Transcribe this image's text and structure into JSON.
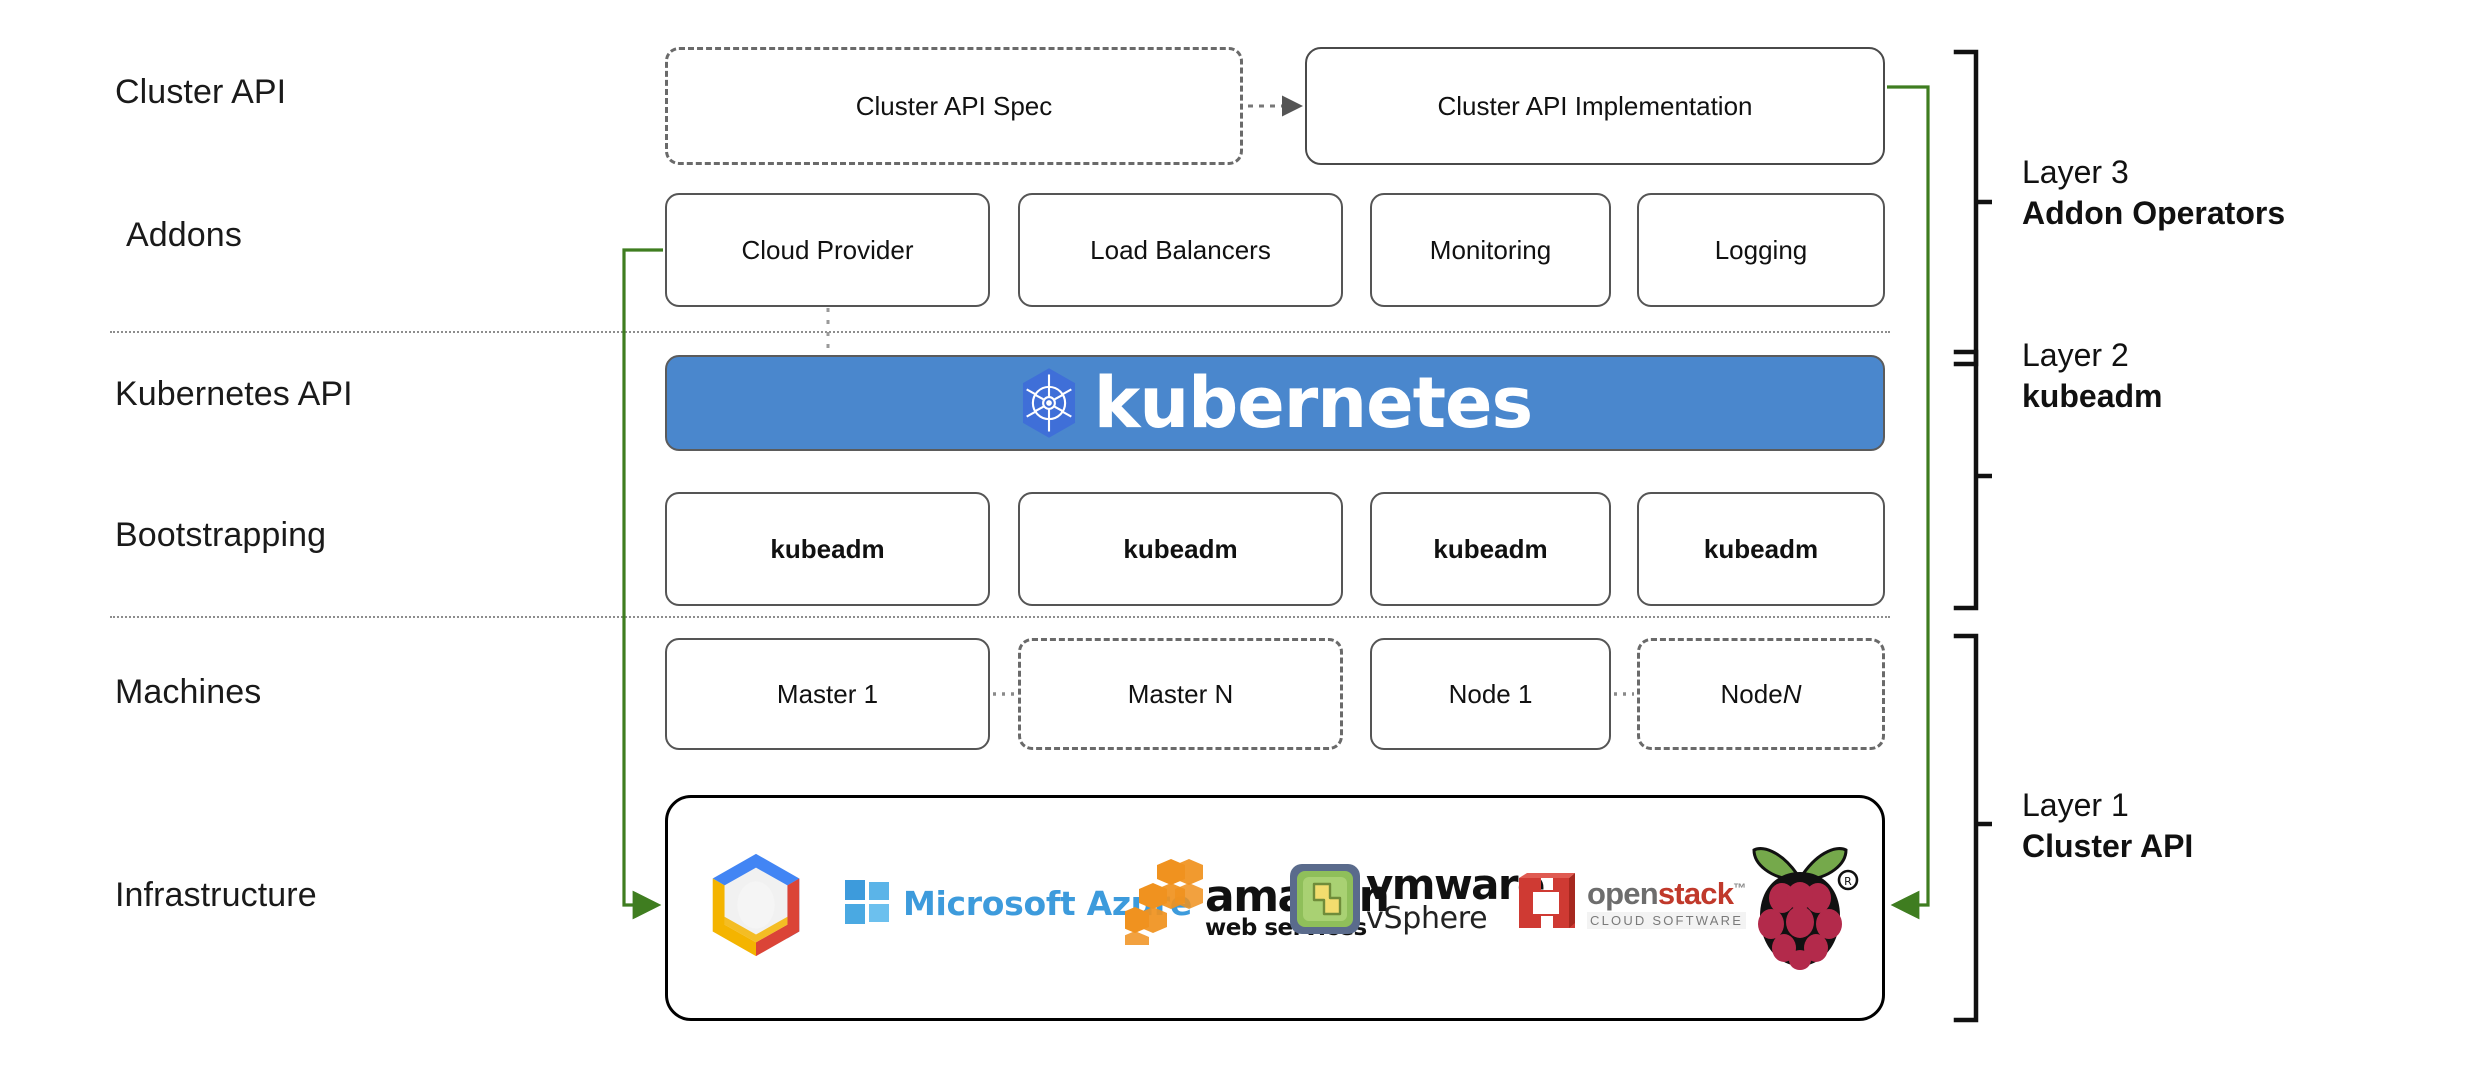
{
  "diagram": {
    "title": "Kubernetes Cluster API layered architecture",
    "accent_green": "#3f7d20",
    "k8s_blue": "#4a87cd",
    "k8s_logo_blue": "#3f6fd8",
    "border_grey": "#555555"
  },
  "row_labels": [
    {
      "id": "cluster-api",
      "text": "Cluster API"
    },
    {
      "id": "addons",
      "text": "Addons"
    },
    {
      "id": "kubernetes-api",
      "text": "Kubernetes API"
    },
    {
      "id": "bootstrapping",
      "text": "Bootstrapping"
    },
    {
      "id": "machines",
      "text": "Machines"
    },
    {
      "id": "infrastructure",
      "text": "Infrastructure"
    }
  ],
  "cluster_api_row": {
    "spec": "Cluster API Spec",
    "implementation": "Cluster API Implementation"
  },
  "addons_row": [
    {
      "label": "Cloud Provider"
    },
    {
      "label": "Load Balancers"
    },
    {
      "label": "Monitoring"
    },
    {
      "label": "Logging"
    }
  ],
  "kubernetes_banner": {
    "wordmark": "kubernetes",
    "logo_name": "kubernetes-helm-wheel-logo"
  },
  "bootstrapping_row": [
    {
      "label": "kubeadm"
    },
    {
      "label": "kubeadm"
    },
    {
      "label": "kubeadm"
    },
    {
      "label": "kubeadm"
    }
  ],
  "machines_row": [
    {
      "label": "Master 1",
      "style": "solid",
      "italic_suffix": ""
    },
    {
      "label": "Master N",
      "style": "dashed",
      "italic_suffix": ""
    },
    {
      "label": "Node 1",
      "style": "solid",
      "italic_suffix": ""
    },
    {
      "label": "Node ",
      "style": "dashed",
      "italic_suffix": "N"
    }
  ],
  "infrastructure_logos": [
    {
      "name": "google-cloud-platform-icon",
      "text": ""
    },
    {
      "name": "microsoft-azure-logo",
      "text": "Microsoft Azure"
    },
    {
      "name": "amazon-web-services-logo",
      "text": "amazon",
      "subtext": "web services"
    },
    {
      "name": "vmware-vsphere-logo",
      "text": "vmware",
      "subtext": "vSphere"
    },
    {
      "name": "openstack-logo",
      "text": "openstack",
      "subtext": "CLOUD SOFTWARE"
    },
    {
      "name": "raspberry-pi-logo",
      "text": ""
    }
  ],
  "layers": [
    {
      "id": "layer-3",
      "number": "Layer 3",
      "name": "Addon Operators"
    },
    {
      "id": "layer-2",
      "number": "Layer 2",
      "name": "kubeadm"
    },
    {
      "id": "layer-1",
      "number": "Layer 1",
      "name": "Cluster API"
    }
  ],
  "connectors": [
    {
      "name": "spec-to-implementation-arrow",
      "style": "dotted"
    },
    {
      "name": "cloud-provider-to-infrastructure-arrow",
      "style": "green"
    },
    {
      "name": "implementation-to-infrastructure-arrow",
      "style": "green"
    },
    {
      "name": "cloud-provider-to-kubernetes-dotted",
      "style": "dotted"
    },
    {
      "name": "master1-to-mastern-dots",
      "style": "dotted"
    },
    {
      "name": "node1-to-noden-dots",
      "style": "dotted"
    }
  ]
}
